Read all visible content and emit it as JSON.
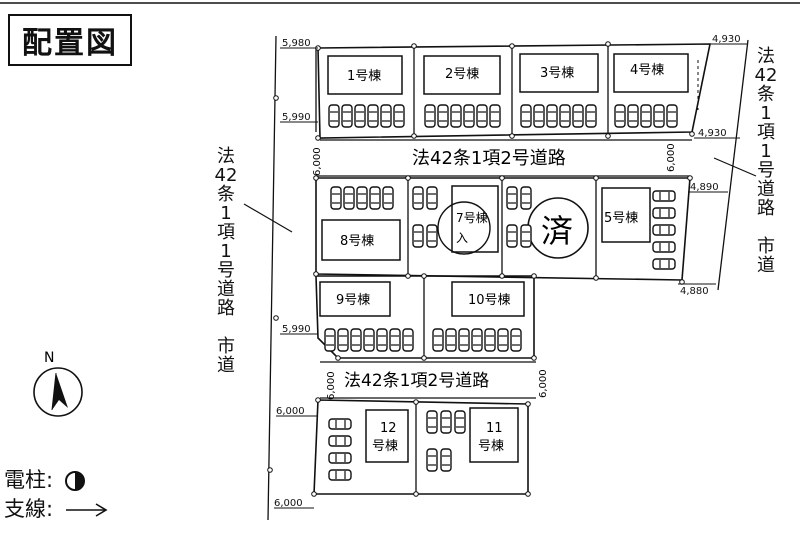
{
  "title": "配置図",
  "legend": {
    "pole_label": "電柱:",
    "guy_wire_label": "支線:"
  },
  "compass": {
    "label": "N"
  },
  "roads": {
    "left": {
      "chars": [
        "法",
        "42",
        "条",
        "1",
        "項",
        "1",
        "号",
        "道",
        "路",
        "",
        "市",
        "道"
      ]
    },
    "right": {
      "chars": [
        "法",
        "42",
        "条",
        "1",
        "項",
        "1",
        "号",
        "道",
        "路",
        "",
        "市",
        "道"
      ]
    },
    "upper_internal": "法42条1項2号道路",
    "lower_internal": "法42条1項2号道路"
  },
  "dimensions": {
    "top_left_1": "5,980",
    "top_left_2": "5,990",
    "mid_left": "5,990",
    "bottom_left_1": "6,000",
    "bottom_left_2": "6,000",
    "top_right_1": "4,930",
    "top_right_2": "4,930",
    "right_3": "4,890",
    "right_4": "4,880",
    "road1_left_width": "6,000",
    "road1_right_width": "6,000",
    "road2_left_width": "6,000",
    "road2_right_width": "6,000"
  },
  "lots": {
    "lot1": "1号棟",
    "lot2": "2号棟",
    "lot3": "3号棟",
    "lot4": "4号棟",
    "lot5": "5号棟",
    "lot7": "7号棟",
    "lot7_note": "入",
    "lot8": "8号棟",
    "lot9": "9号棟",
    "lot10": "10号棟",
    "lot11_num": "11",
    "lot11_suffix": "号棟",
    "lot12_num": "12",
    "lot12_suffix": "号棟"
  },
  "sold_mark": "済"
}
